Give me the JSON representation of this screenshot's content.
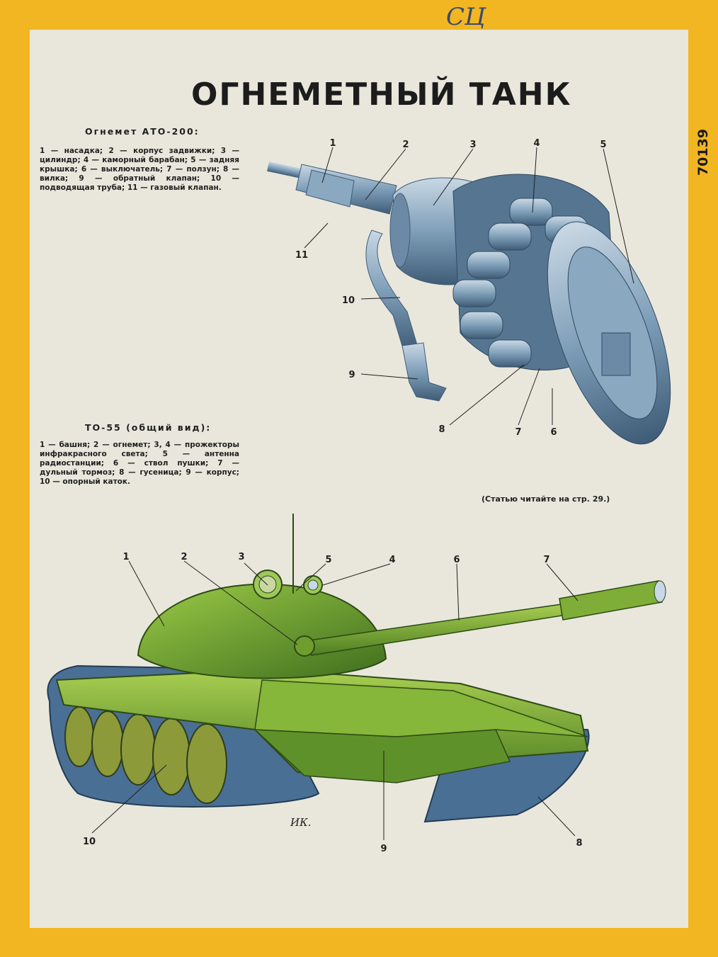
{
  "side_code": "70139",
  "handwritten_mark": "СЦ",
  "title": "ОГНЕМЕТНЫЙ ТАНК",
  "ato": {
    "heading": "Огнемет АТО-200:",
    "legend": "1 — насадка; 2 — корпус задвижки; 3 — цилиндр; 4 — каморный барабан; 5 — задняя крышка; 6 — выключатель; 7 — ползун; 8 — вилка; 9 — обратный клапан; 10 — подводящая труба; 11 — газовый клапан.",
    "labels": [
      "1",
      "2",
      "3",
      "4",
      "5",
      "6",
      "7",
      "8",
      "9",
      "10",
      "11"
    ]
  },
  "to55": {
    "heading": "ТО-55 (общий вид):",
    "legend": "1 — башня; 2 — огнемет; 3, 4 — прожекторы инфракрасного света; 5 — антенна радиостанции; 6 — ствол пушки; 7 — дульный тормоз; 8 — гусеница; 9 — корпус; 10 — опорный каток.",
    "labels": [
      "1",
      "2",
      "3",
      "4",
      "5",
      "6",
      "7",
      "8",
      "9",
      "10"
    ]
  },
  "note": "(Статью читайте на стр. 29.)",
  "signature": "ИК.",
  "colors": {
    "border": "#f2b623",
    "paper": "#e9e7dc",
    "tank_green": "#6fa52f",
    "track_blue": "#4a6f95",
    "steel": "#7f9fb9"
  }
}
